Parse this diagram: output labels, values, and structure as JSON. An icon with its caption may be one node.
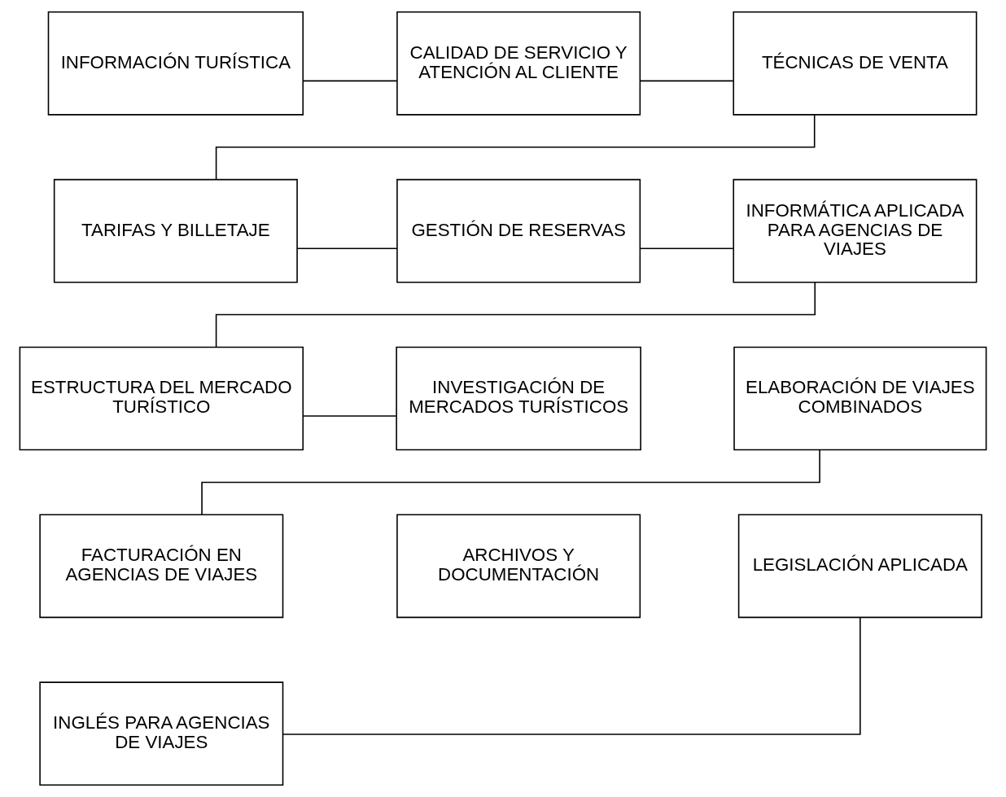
{
  "diagram": {
    "nodes": [
      {
        "text": [
          "INFORMACIÓN TURÍSTICA"
        ]
      },
      {
        "text": [
          "CALIDAD DE SERVICIO Y ATENCIÓN AL CLIENTE"
        ]
      },
      {
        "text": [
          "TÉCNICAS DE VENTA"
        ]
      },
      {
        "text": [
          "TARIFAS Y BILLETAJE"
        ]
      },
      {
        "text": [
          "GESTIÓN DE RESERVAS"
        ]
      },
      {
        "text": [
          "INFORMÁTICA APLICADA PARA AGENCIAS DE VIAJES"
        ]
      },
      {
        "text": [
          "ESTRUCTURA DEL MERCADO TURÍSTICO"
        ]
      },
      {
        "text": [
          "INVESTIGACIÓN DE MERCADOS TURÍSTICOS"
        ]
      },
      {
        "text": [
          "ELABORACIÓN DE VIAJES COMBINADOS"
        ]
      },
      {
        "text": [
          "FACTURACIÓN EN AGENCIAS DE VIAJES"
        ]
      },
      {
        "text": [
          "ARCHIVOS Y DOCUMENTACIÓN"
        ]
      },
      {
        "text": [
          "LEGISLACIÓN APLICADA"
        ]
      },
      {
        "text": [
          "INGLÉS PARA AGENCIAS DE VIAJES"
        ]
      }
    ],
    "edges": [
      {
        "from": 0,
        "to": 1,
        "arrow": "none"
      },
      {
        "from": 1,
        "to": 2,
        "arrow": "none"
      },
      {
        "from": 2,
        "to": 3,
        "arrow": "none"
      },
      {
        "from": 3,
        "to": 4,
        "arrow": "none"
      },
      {
        "from": 4,
        "to": 5,
        "arrow": "none"
      },
      {
        "from": 5,
        "to": 6,
        "arrow": "none"
      },
      {
        "from": 6,
        "to": 7,
        "arrow": "none"
      },
      {
        "from": 8,
        "to": 9,
        "arrow": "none"
      },
      {
        "from": 11,
        "to": 12,
        "arrow": "none"
      }
    ]
  }
}
